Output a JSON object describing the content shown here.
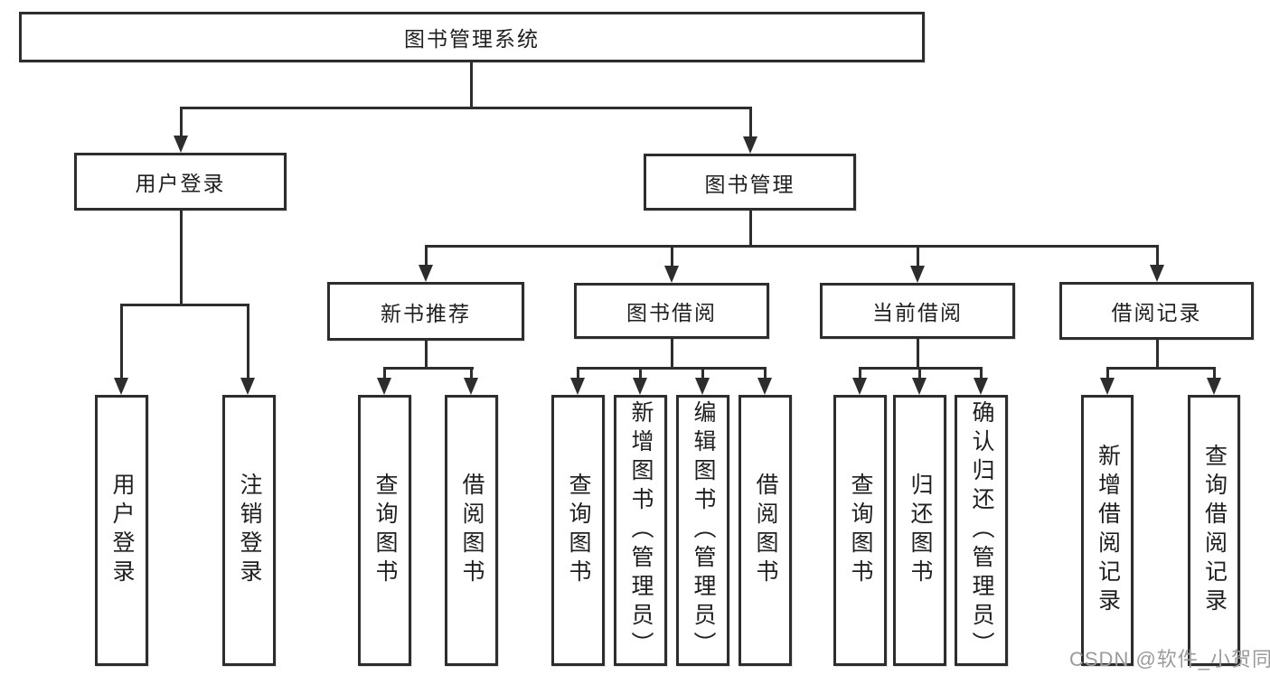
{
  "diagram": {
    "title": "图书管理系统",
    "level2": [
      {
        "label": "用户登录"
      },
      {
        "label": "图书管理"
      }
    ],
    "level3": [
      {
        "label": "新书推荐",
        "parent": "图书管理"
      },
      {
        "label": "图书借阅",
        "parent": "图书管理"
      },
      {
        "label": "当前借阅",
        "parent": "图书管理"
      },
      {
        "label": "借阅记录",
        "parent": "图书管理"
      }
    ],
    "leaves": [
      {
        "label": "用户登录",
        "parent": "用户登录"
      },
      {
        "label": "注销登录",
        "parent": "用户登录"
      },
      {
        "label": "查询图书",
        "parent": "新书推荐"
      },
      {
        "label": "借阅图书",
        "parent": "新书推荐"
      },
      {
        "label": "查询图书",
        "parent": "图书借阅"
      },
      {
        "label": "新增图书（管理员）",
        "parent": "图书借阅"
      },
      {
        "label": "编辑图书（管理员）",
        "parent": "图书借阅"
      },
      {
        "label": "借阅图书",
        "parent": "图书借阅"
      },
      {
        "label": "查询图书",
        "parent": "当前借阅"
      },
      {
        "label": "归还图书",
        "parent": "当前借阅"
      },
      {
        "label": "确认归还（管理员）",
        "parent": "当前借阅"
      },
      {
        "label": "新增借阅记录",
        "parent": "借阅记录"
      },
      {
        "label": "查询借阅记录",
        "parent": "借阅记录"
      }
    ],
    "colors": {
      "line": "#2d2d2d",
      "text": "#1f1f1f",
      "background": "#ffffff",
      "watermark_text_color": "#9b9b9b"
    },
    "watermark": "CSDN @软件_小贺同学"
  }
}
